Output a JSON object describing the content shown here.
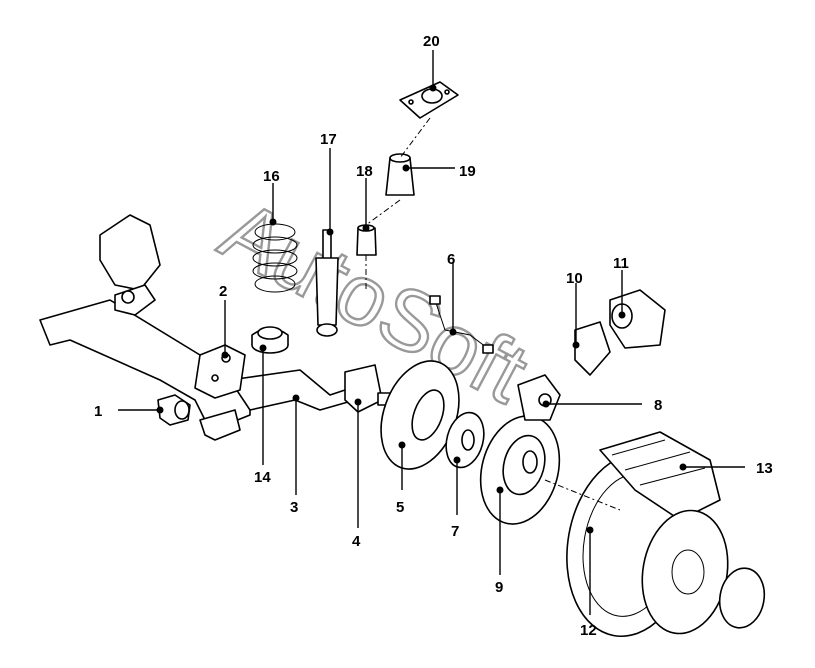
{
  "diagram": {
    "watermark": "AutoSoft",
    "callouts": [
      "1",
      "2",
      "3",
      "4",
      "5",
      "6",
      "7",
      "8",
      "9",
      "10",
      "11",
      "12",
      "13",
      "14",
      "16",
      "17",
      "18",
      "19",
      "20"
    ]
  }
}
